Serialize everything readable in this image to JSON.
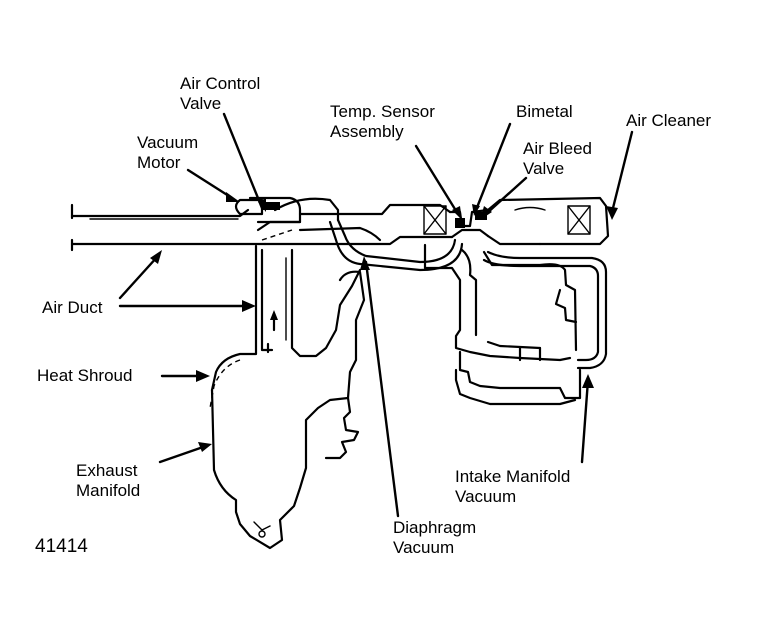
{
  "labels": {
    "air_control_valve": [
      "Air Control",
      "Valve"
    ],
    "vacuum_motor": [
      "Vacuum",
      "Motor"
    ],
    "temp_sensor": [
      "Temp. Sensor",
      "Assembly"
    ],
    "bimetal": "Bimetal",
    "air_bleed_valve": [
      "Air Bleed",
      "Valve"
    ],
    "air_cleaner": "Air Cleaner",
    "air_duct": "Air Duct",
    "heat_shroud": "Heat Shroud",
    "exhaust_manifold": [
      "Exhaust",
      "Manifold"
    ],
    "intake_manifold_vacuum": [
      "Intake Manifold",
      "Vacuum"
    ],
    "diaphragm_vacuum": [
      "Diaphragm",
      "Vacuum"
    ],
    "figure_number": "41414"
  }
}
